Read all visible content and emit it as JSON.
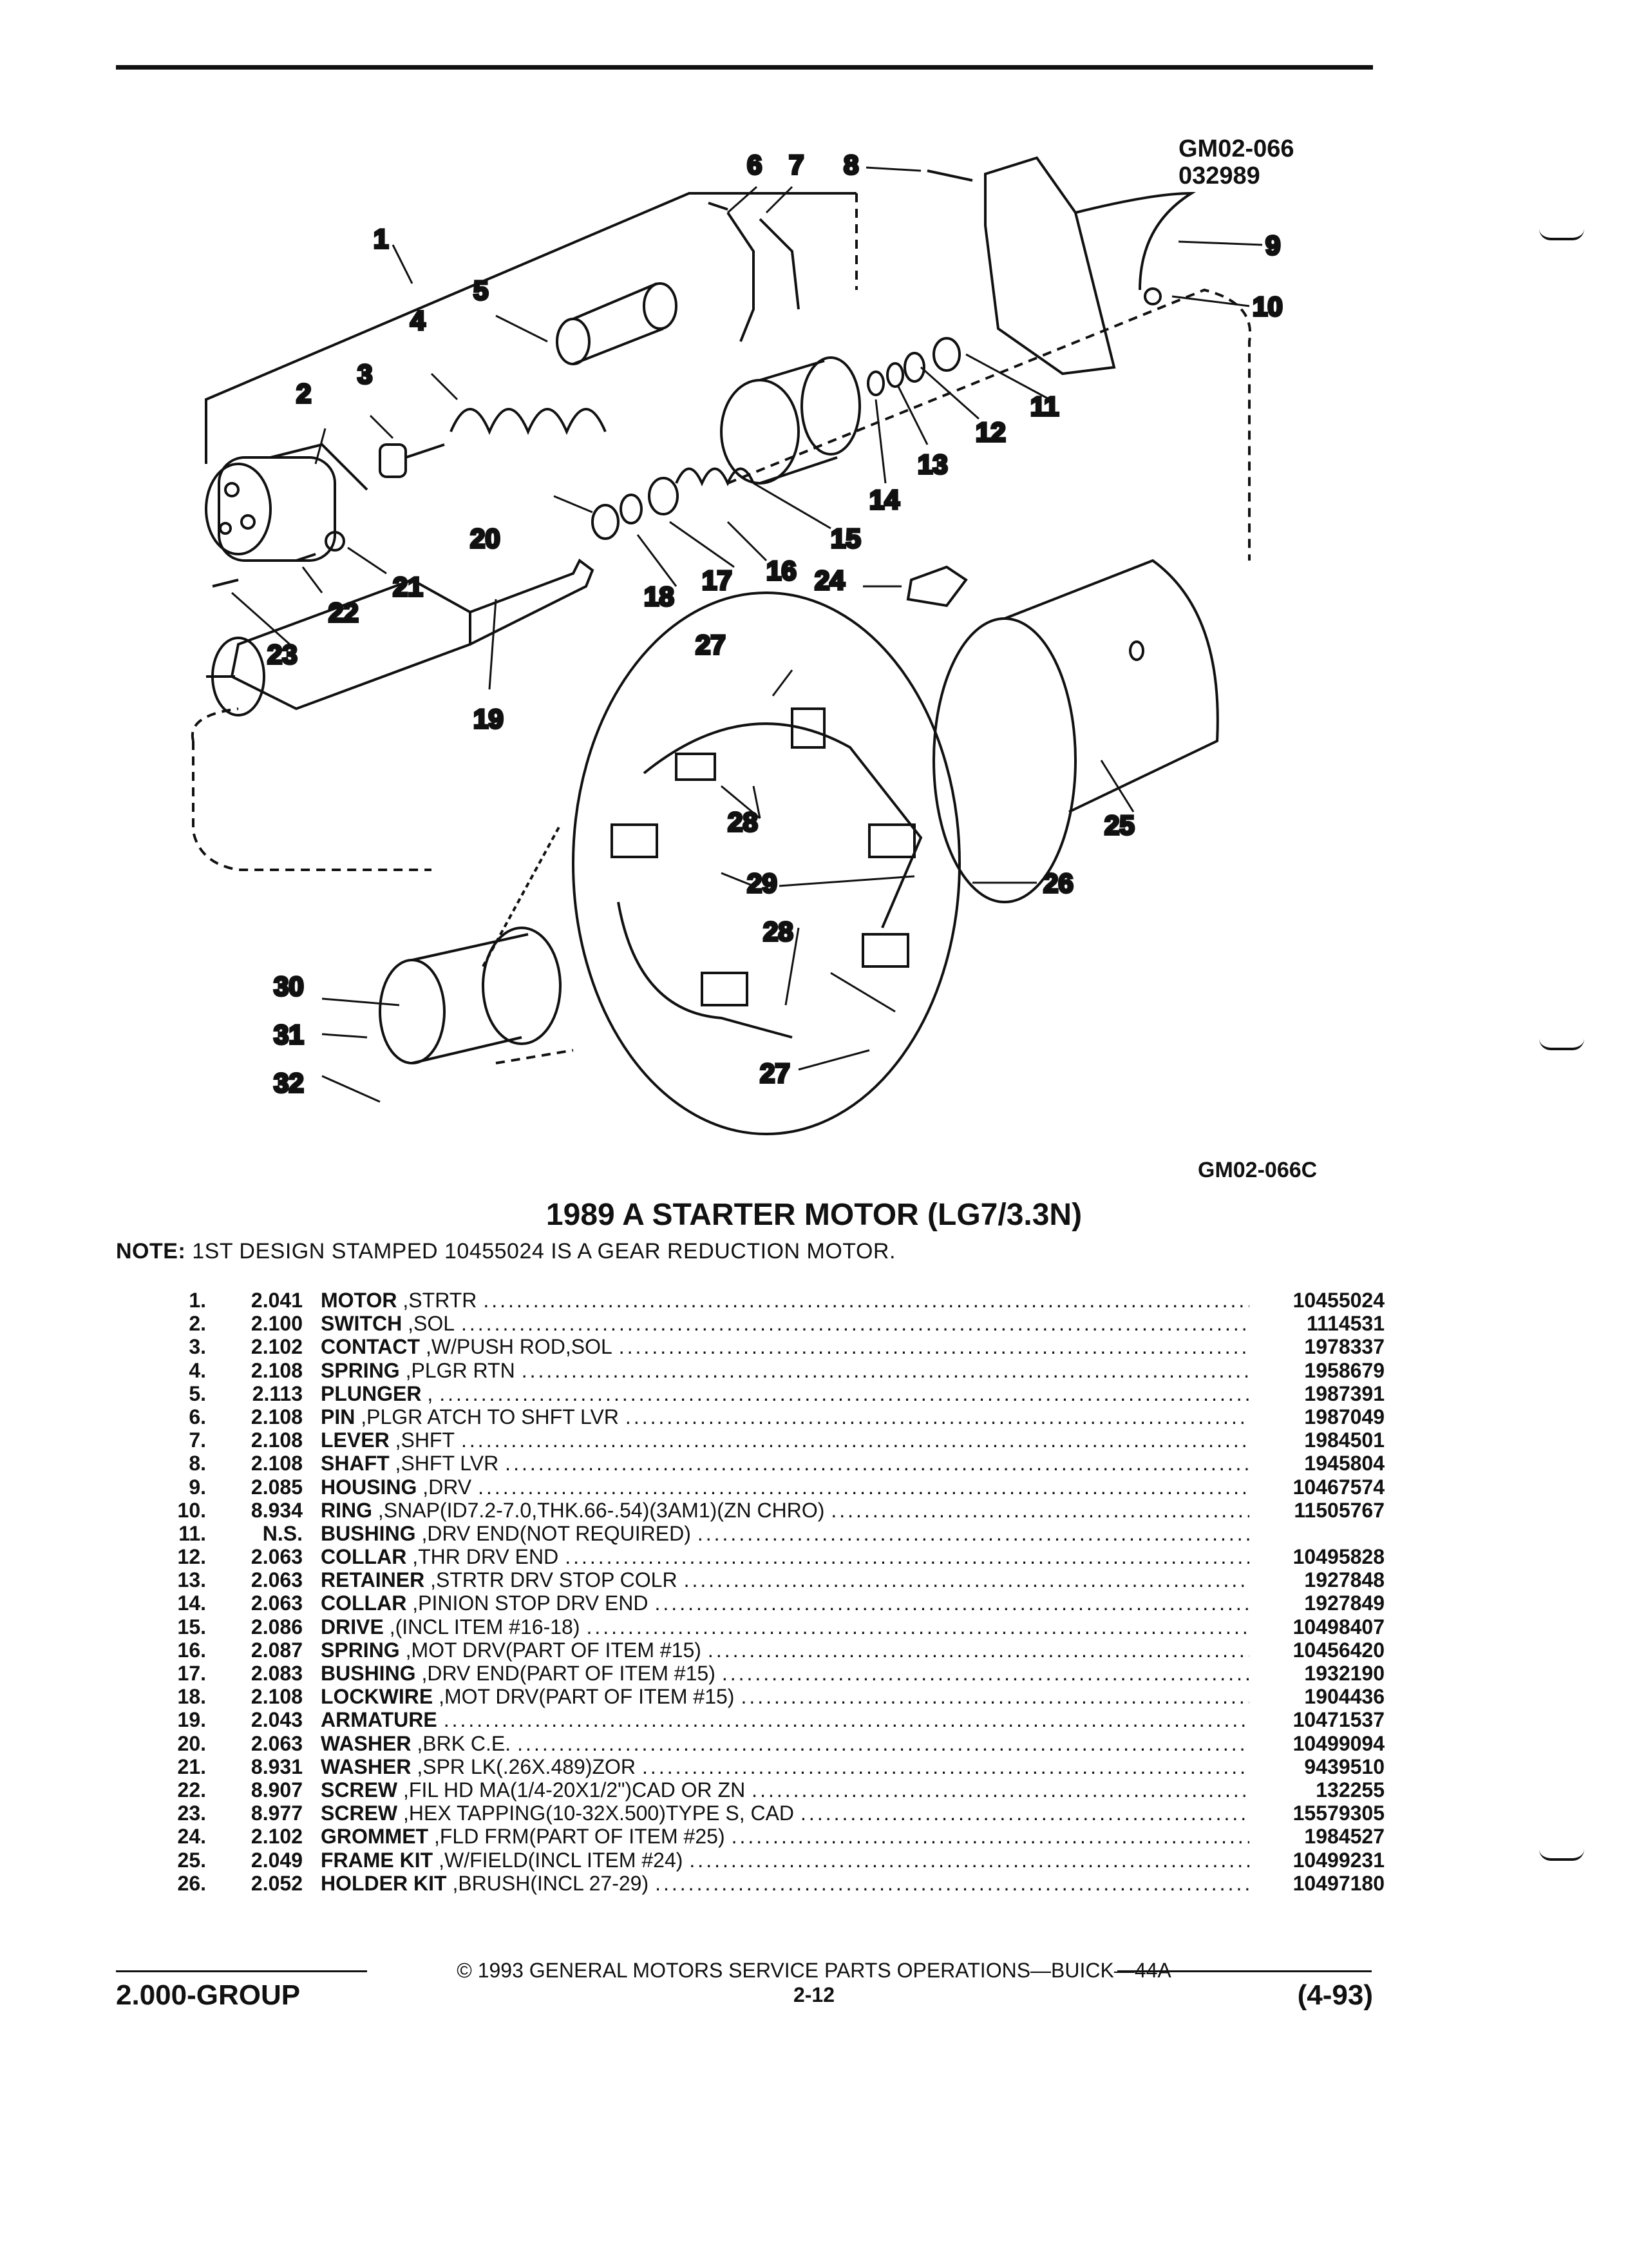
{
  "figure": {
    "code_top_1": "GM02-066",
    "code_top_2": "032989",
    "code_bottom": "GM02-066C",
    "callouts": [
      "1",
      "2",
      "3",
      "4",
      "5",
      "6",
      "7",
      "8",
      "9",
      "10",
      "11",
      "12",
      "13",
      "14",
      "15",
      "16",
      "17",
      "18",
      "19",
      "20",
      "21",
      "22",
      "23",
      "24",
      "25",
      "26",
      "27",
      "28",
      "29",
      "30",
      "31",
      "32"
    ]
  },
  "title": "1989 A STARTER MOTOR (LG7/3.3N)",
  "note_label": "NOTE:",
  "note_text": "1ST DESIGN STAMPED 10455024 IS A GEAR REDUCTION MOTOR.",
  "parts": [
    {
      "no": "1.",
      "group": "2.041",
      "name": "MOTOR",
      "rest": ",STRTR",
      "part": "10455024"
    },
    {
      "no": "2.",
      "group": "2.100",
      "name": "SWITCH",
      "rest": ",SOL",
      "part": "1114531"
    },
    {
      "no": "3.",
      "group": "2.102",
      "name": "CONTACT",
      "rest": ",W/PUSH ROD,SOL",
      "part": "1978337"
    },
    {
      "no": "4.",
      "group": "2.108",
      "name": "SPRING",
      "rest": ",PLGR RTN",
      "part": "1958679"
    },
    {
      "no": "5.",
      "group": "2.113",
      "name": "PLUNGER",
      "rest": ",",
      "part": "1987391"
    },
    {
      "no": "6.",
      "group": "2.108",
      "name": "PIN",
      "rest": ",PLGR ATCH TO SHFT LVR",
      "part": "1987049"
    },
    {
      "no": "7.",
      "group": "2.108",
      "name": "LEVER",
      "rest": ",SHFT",
      "part": "1984501"
    },
    {
      "no": "8.",
      "group": "2.108",
      "name": "SHAFT",
      "rest": ",SHFT LVR",
      "part": "1945804"
    },
    {
      "no": "9.",
      "group": "2.085",
      "name": "HOUSING",
      "rest": ",DRV",
      "part": "10467574"
    },
    {
      "no": "10.",
      "group": "8.934",
      "name": "RING",
      "rest": ",SNAP(ID7.2-7.0,THK.66-.54)(3AM1)(ZN CHRO)",
      "part": "11505767"
    },
    {
      "no": "11.",
      "group": "N.S.",
      "name": "BUSHING",
      "rest": ",DRV END(NOT REQUIRED)",
      "part": ""
    },
    {
      "no": "12.",
      "group": "2.063",
      "name": "COLLAR",
      "rest": ",THR DRV END",
      "part": "10495828"
    },
    {
      "no": "13.",
      "group": "2.063",
      "name": "RETAINER",
      "rest": ",STRTR DRV STOP COLR",
      "part": "1927848"
    },
    {
      "no": "14.",
      "group": "2.063",
      "name": "COLLAR",
      "rest": ",PINION STOP DRV END",
      "part": "1927849"
    },
    {
      "no": "15.",
      "group": "2.086",
      "name": "DRIVE",
      "rest": ",(INCL ITEM #16-18)",
      "part": "10498407"
    },
    {
      "no": "16.",
      "group": "2.087",
      "name": "SPRING",
      "rest": ",MOT DRV(PART OF ITEM #15)",
      "part": "10456420"
    },
    {
      "no": "17.",
      "group": "2.083",
      "name": "BUSHING",
      "rest": ",DRV END(PART OF ITEM #15)",
      "part": "1932190"
    },
    {
      "no": "18.",
      "group": "2.108",
      "name": "LOCKWIRE",
      "rest": ",MOT DRV(PART OF ITEM #15)",
      "part": "1904436"
    },
    {
      "no": "19.",
      "group": "2.043",
      "name": "ARMATURE",
      "rest": "",
      "part": "10471537"
    },
    {
      "no": "20.",
      "group": "2.063",
      "name": "WASHER",
      "rest": ",BRK C.E.",
      "part": "10499094"
    },
    {
      "no": "21.",
      "group": "8.931",
      "name": "WASHER",
      "rest": ",SPR LK(.26X.489)ZOR",
      "part": "9439510"
    },
    {
      "no": "22.",
      "group": "8.907",
      "name": "SCREW",
      "rest": ",FIL HD MA(1/4-20X1/2\")CAD OR ZN",
      "part": "132255"
    },
    {
      "no": "23.",
      "group": "8.977",
      "name": "SCREW",
      "rest": ",HEX TAPPING(10-32X.500)TYPE S, CAD",
      "part": "15579305"
    },
    {
      "no": "24.",
      "group": "2.102",
      "name": "GROMMET",
      "rest": ",FLD FRM(PART OF ITEM #25)",
      "part": "1984527"
    },
    {
      "no": "25.",
      "group": "2.049",
      "name": "FRAME KIT",
      "rest": ",W/FIELD(INCL ITEM #24)",
      "part": "10499231"
    },
    {
      "no": "26.",
      "group": "2.052",
      "name": "HOLDER KIT",
      "rest": ",BRUSH(INCL 27-29)",
      "part": "10497180"
    }
  ],
  "footer": {
    "copyright": "© 1993 GENERAL MOTORS SERVICE PARTS OPERATIONS—BUICK—44A",
    "group": "2.000-GROUP",
    "page": "2-12",
    "date": "(4-93)"
  }
}
